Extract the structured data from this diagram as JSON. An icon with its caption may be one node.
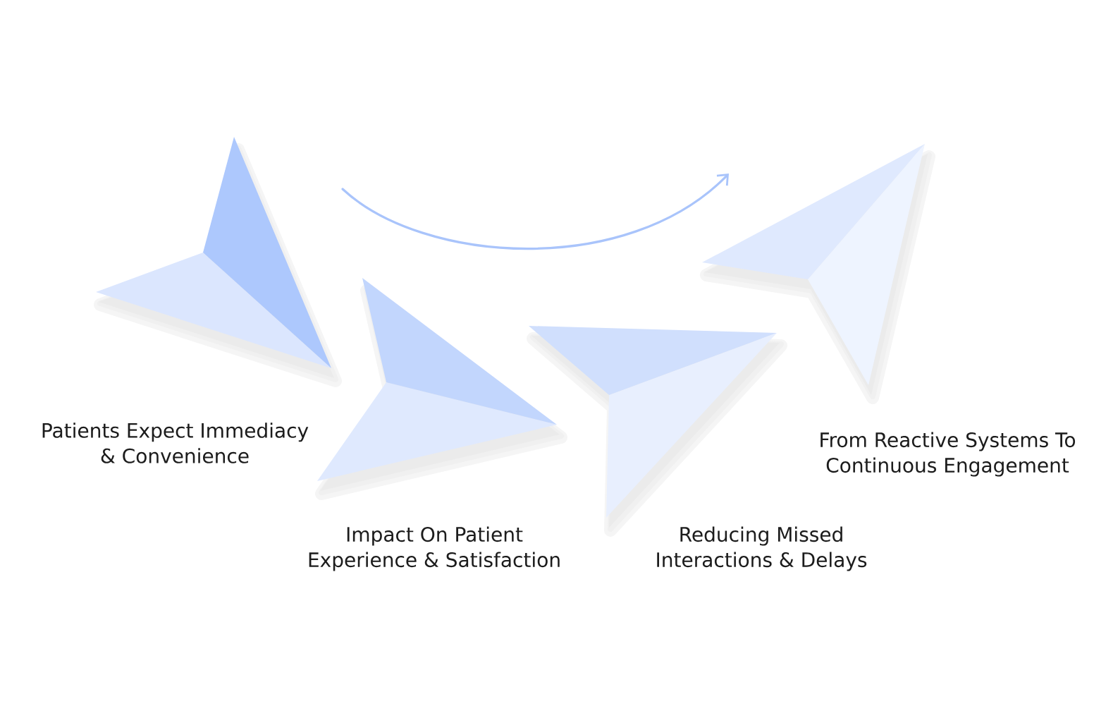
{
  "diagram": {
    "labels": [
      "Patients Expect Immediacy & Convenience",
      "Impact On Patient Experience & Satisfaction",
      "Reducing Missed Interactions & Delays",
      "From Reactive Systems To Continuous Engagement"
    ]
  }
}
